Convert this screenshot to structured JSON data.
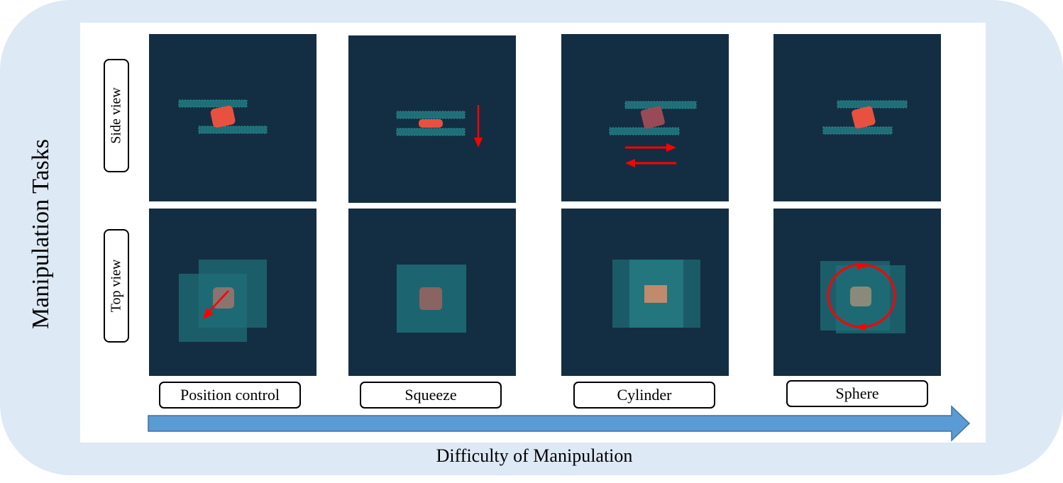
{
  "title": "Manipulation Tasks",
  "xlabel": "Difficulty of Manipulation",
  "rows": [
    {
      "label": "Side view"
    },
    {
      "label": "Top view"
    }
  ],
  "columns": [
    {
      "label": "Position control"
    },
    {
      "label": "Squeeze"
    },
    {
      "label": "Cylinder"
    },
    {
      "label": "Sphere"
    }
  ],
  "colors": {
    "frame": "#dde9f5",
    "panel_bg": "#132e42",
    "gripper": "#1f6f78",
    "object": "#e8513f",
    "annotation": "#ff0000",
    "progress_arrow": "#5b9bd5"
  }
}
